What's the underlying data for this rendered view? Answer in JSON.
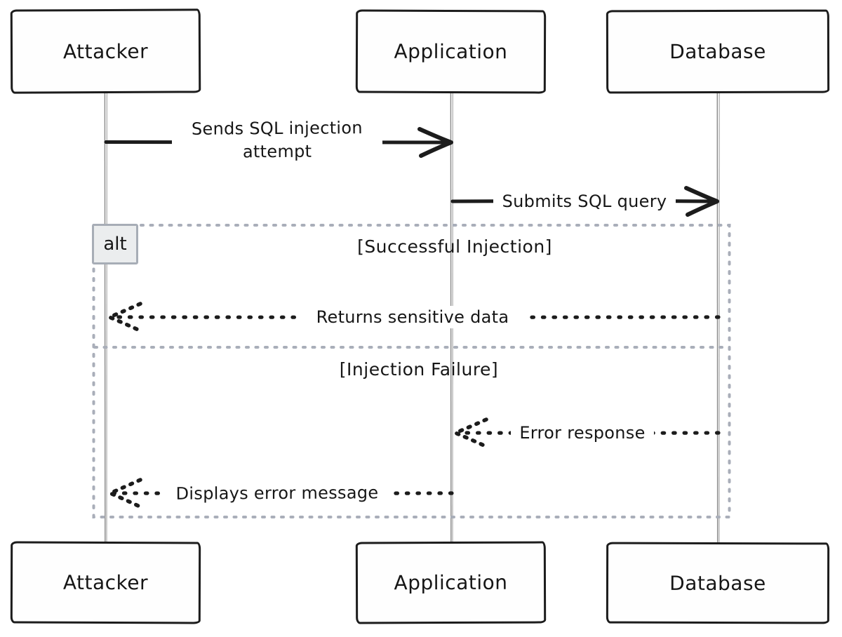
{
  "diagram": {
    "type": "sequence",
    "actors": [
      {
        "name": "Attacker"
      },
      {
        "name": "Application"
      },
      {
        "name": "Database"
      }
    ],
    "messages": [
      {
        "label": "Sends SQL injection attempt",
        "from": "Attacker",
        "to": "Application",
        "line": "solid",
        "arrow": "open"
      },
      {
        "label": "Submits SQL query",
        "from": "Application",
        "to": "Database",
        "line": "solid",
        "arrow": "open"
      },
      {
        "label": "Returns sensitive data",
        "from": "Database",
        "to": "Attacker",
        "line": "dotted",
        "arrow": "open"
      },
      {
        "label": "Error response",
        "from": "Database",
        "to": "Application",
        "line": "dotted",
        "arrow": "open"
      },
      {
        "label": "Displays error message",
        "from": "Application",
        "to": "Attacker",
        "line": "dotted",
        "arrow": "open"
      }
    ],
    "alt_frame": {
      "operator": "alt",
      "sections": [
        {
          "condition": "[Successful Injection]"
        },
        {
          "condition": "[Injection Failure]"
        }
      ]
    },
    "colors": {
      "stroke": "#1c1c1c",
      "lifeline": "#8d8d8d",
      "frame_border": "#a9aeb9",
      "alt_fill": "#ebedee",
      "alt_border": "#a7adb6",
      "background": "#ffffff",
      "text": "#161616"
    }
  }
}
